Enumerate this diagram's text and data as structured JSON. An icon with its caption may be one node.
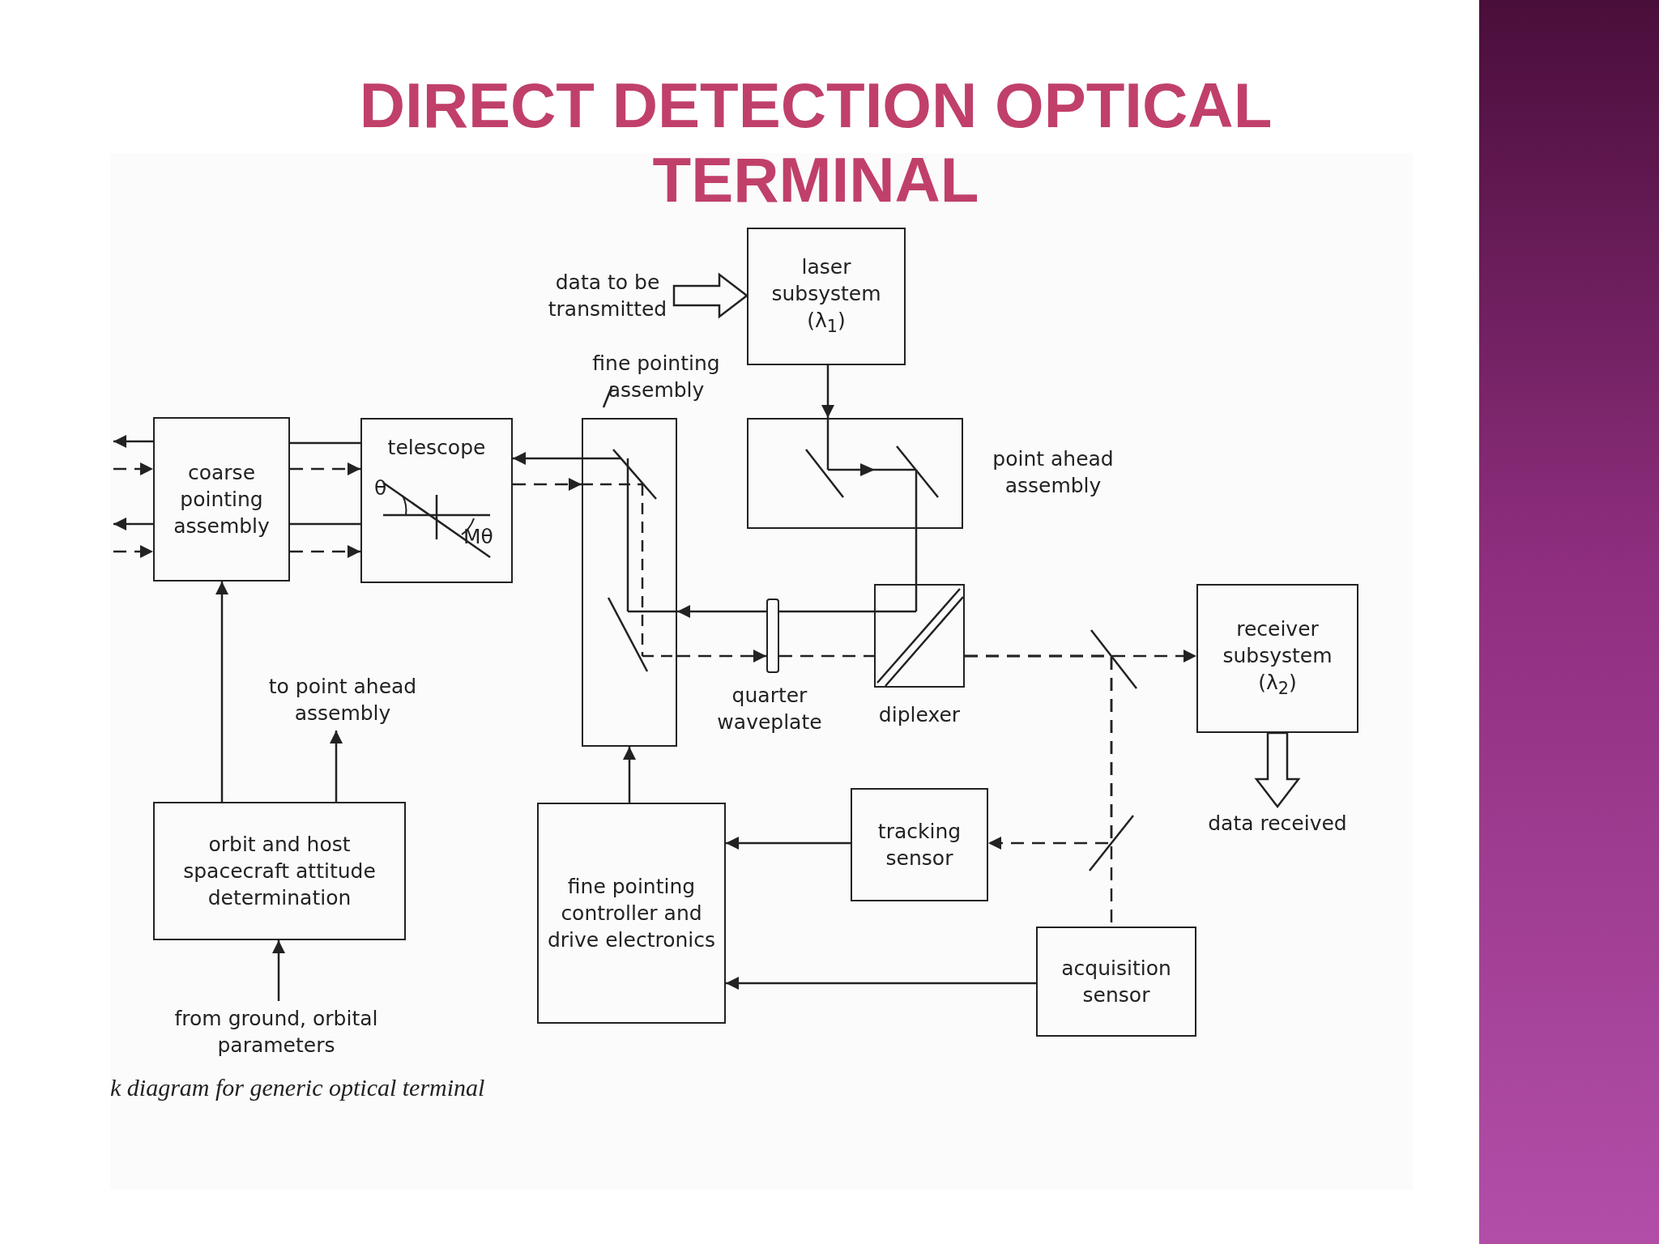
{
  "diagram": {
    "title": "DIRECT DETECTION OPTICAL TERMINAL",
    "caption": "k diagram for generic optical terminal",
    "nodes": [
      {
        "text": [
          "data to be transmitted"
        ]
      },
      {
        "text": [
          "laser subsystem (λ$_{1}$)"
        ]
      },
      {
        "text": [],
        "shape": "box",
        "beside": [
          "point ahead assembly"
        ]
      },
      {
        "text": [],
        "shape": "box",
        "beside": [
          "fine pointing assembly"
        ]
      },
      {
        "text": [
          "coarse pointing assembly"
        ]
      },
      {
        "text": [
          "telescope"
        ]
      },
      {
        "text": [],
        "shape": "box",
        "beside": [
          "diplexer"
        ]
      },
      {
        "text": [],
        "shape": "bar",
        "beside": [
          "quarter waveplate"
        ]
      },
      {
        "text": [
          "receiver subsystem (λ$_{2}$)"
        ]
      },
      {
        "text": [
          "data received"
        ]
      },
      {
        "text": [
          "tracking sensor"
        ]
      },
      {
        "text": [
          "acquisition sensor"
        ]
      },
      {
        "text": [
          "fine pointing controller and drive electronics"
        ]
      },
      {
        "text": [
          "orbit and host spacecraft attitude determination"
        ]
      },
      {
        "text": [
          "to point ahead assembly"
        ]
      },
      {
        "text": [
          "from ground, orbital parameters"
        ]
      }
    ],
    "edges": [
      {
        "from": 4,
        "to": null,
        "arrow": "to"
      },
      {
        "from": null,
        "to": 4,
        "arrow": "to",
        "style": "dashed"
      },
      {
        "from": 4,
        "to": null,
        "arrow": "to"
      },
      {
        "from": null,
        "to": 4,
        "arrow": "to",
        "style": "dashed"
      },
      {
        "from": 4,
        "to": 5,
        "arrow": "none"
      },
      {
        "from": 4,
        "to": 5,
        "arrow": "to",
        "style": "dashed"
      },
      {
        "from": 4,
        "to": 5,
        "arrow": "none"
      },
      {
        "from": 4,
        "to": 5,
        "arrow": "to",
        "style": "dashed"
      },
      {
        "from": 3,
        "to": 5,
        "arrow": "to"
      },
      {
        "from": 5,
        "to": 3,
        "arrow": "to",
        "style": "dashed"
      },
      {
        "from": 0,
        "to": 1,
        "arrow": "to",
        "style": "thick"
      },
      {
        "from": 1,
        "to": 2,
        "arrow": "to"
      },
      {
        "from": 2,
        "to": 6,
        "arrow": "none"
      },
      {
        "from": 6,
        "to": 7,
        "arrow": "none"
      },
      {
        "from": 7,
        "to": 3,
        "arrow": "to"
      },
      {
        "from": 3,
        "to": 7,
        "arrow": "to",
        "style": "dashed"
      },
      {
        "from": 7,
        "to": 6,
        "arrow": "none",
        "style": "dashed"
      },
      {
        "from": 6,
        "to": 8,
        "arrow": "to",
        "style": "dashed"
      },
      {
        "from": 8,
        "to": 9,
        "arrow": "to",
        "style": "thick"
      },
      {
        "from": 6,
        "to": 10,
        "arrow": "to",
        "style": "dashed"
      },
      {
        "from": 6,
        "to": 11,
        "arrow": "none",
        "style": "dashed"
      },
      {
        "from": 10,
        "to": 12,
        "arrow": "to"
      },
      {
        "from": 11,
        "to": 12,
        "arrow": "to"
      },
      {
        "from": 12,
        "to": 3,
        "arrow": "to"
      },
      {
        "from": 13,
        "to": 4,
        "arrow": "to"
      },
      {
        "from": 13,
        "to": 14,
        "arrow": "to"
      },
      {
        "from": 15,
        "to": 13,
        "arrow": "to"
      }
    ],
    "labels": [
      "θ",
      "Mθ"
    ]
  }
}
